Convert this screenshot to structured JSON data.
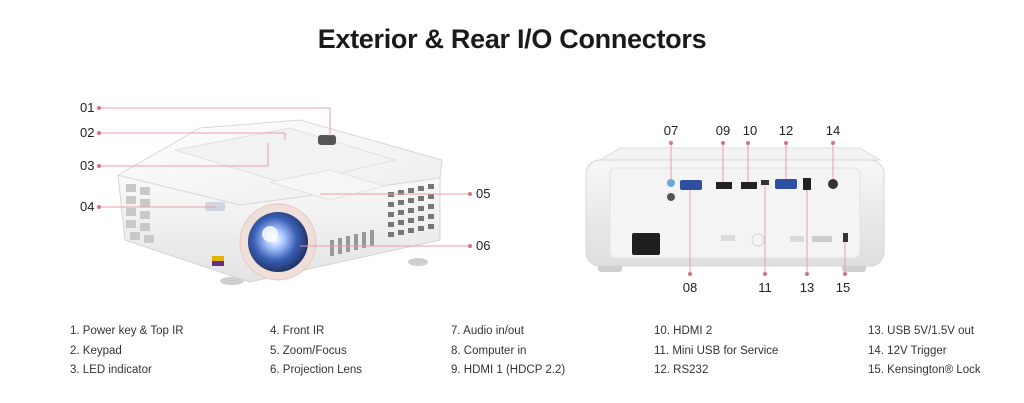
{
  "title": "Exterior & Rear I/O Connectors",
  "front_callouts": [
    "01",
    "02",
    "03",
    "04",
    "05",
    "06"
  ],
  "rear_callouts_top": [
    "07",
    "09",
    "10",
    "12",
    "14"
  ],
  "rear_callouts_bottom": [
    "08",
    "11",
    "13",
    "15"
  ],
  "legend": {
    "col1": [
      "1. Power key & Top IR",
      "2. Keypad",
      "3. LED indicator"
    ],
    "col2": [
      "4. Front IR",
      "5. Zoom/Focus",
      "6. Projection Lens"
    ],
    "col3": [
      "7. Audio in/out",
      "8. Computer in",
      "9. HDMI 1 (HDCP 2.2)"
    ],
    "col4": [
      "10. HDMI 2",
      "11. Mini USB for Service",
      "12. RS232"
    ],
    "col5": [
      "13. USB 5V/1.5V out",
      "14. 12V Trigger",
      "15. Kensington® Lock"
    ]
  },
  "colors": {
    "accent_line": "#e8a0a8",
    "dot": "#d9737f"
  }
}
